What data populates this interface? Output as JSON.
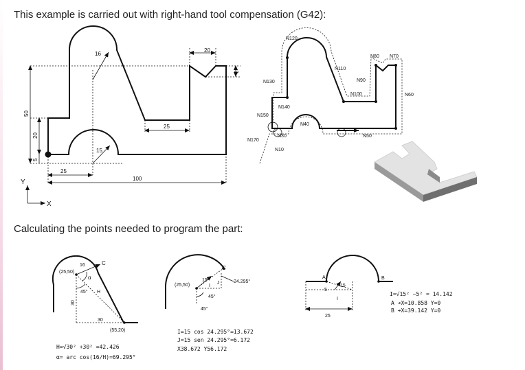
{
  "headings": {
    "intro": "This example is carried out with right-hand tool compensation (G42):",
    "calc": "Calculating the points needed to program the part:"
  },
  "main_drawing": {
    "dims": {
      "r_top": "16",
      "width_20": "20",
      "depth_8": "8",
      "height_50": "50",
      "height_20": "20",
      "dim_5": "5",
      "base_25": "25",
      "arc_r": "15",
      "mid_25": "25",
      "total_100": "100"
    },
    "axes": {
      "y": "Y",
      "x": "X"
    }
  },
  "toolpath": {
    "labels": {
      "n10": "N10",
      "n30": "N30",
      "n40": "N40",
      "n50": "N50",
      "n60": "N60",
      "n70": "N70",
      "n80": "N80",
      "n90": "N90",
      "n100": "N100",
      "n110": "N110",
      "n120": "N120",
      "n130": "N130",
      "n140": "N140",
      "n150": "N150",
      "n170": "N170"
    }
  },
  "calc1": {
    "point_a": "(25,50)",
    "point_b": "(55,20)",
    "r": "16",
    "c": "C",
    "alpha": "α",
    "h": "H",
    "deg45": "45°",
    "v30": "30",
    "h30": "30",
    "formula_h": "H=√30² +30² =42.426",
    "formula_alpha": "α= arc cos(16/H)=69.295°"
  },
  "calc2": {
    "point": "(25,50)",
    "r": "15",
    "i": "I",
    "j": "J",
    "c": "C",
    "angle": "24.295°",
    "deg45": "45°",
    "line1": "I=15 cos 24.295°=13.672",
    "line2": "J=15 sen 24.295°=6.172",
    "line3": "X38.672 Y56.172"
  },
  "calc3": {
    "a": "A",
    "b": "B",
    "r": "15",
    "v5": "5",
    "i": "I",
    "w25": "25",
    "line1": "I=√15² −5² = 14.142",
    "line2": "A ➔X=10.858 Y=0",
    "line3": "B ➔X=39.142 Y=0"
  }
}
